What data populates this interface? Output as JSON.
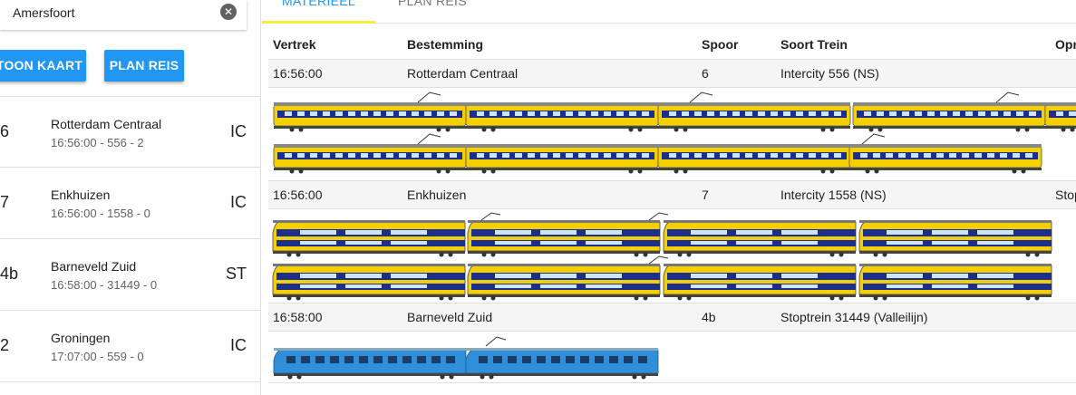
{
  "search": {
    "value": "Amersfoort",
    "clear_icon": "close-circle-icon"
  },
  "buttons": {
    "map": "TOON KAART",
    "plan": "PLAN REIS"
  },
  "departures": [
    {
      "track": "6",
      "destination": "Rotterdam Centraal",
      "detail": "16:56:00 - 556 - 2",
      "type": "IC"
    },
    {
      "track": "7",
      "destination": "Enkhuizen",
      "detail": "16:56:00 - 1558 - 0",
      "type": "IC"
    },
    {
      "track": "4b",
      "destination": "Barneveld Zuid",
      "detail": "16:58:00 - 31449 - 0",
      "type": "ST"
    },
    {
      "track": "2",
      "destination": "Groningen",
      "detail": "17:07:00 - 559 - 0",
      "type": "IC"
    }
  ],
  "tabs": {
    "materieel": "MATERIEEL",
    "plan_reis": "PLAN REIS"
  },
  "table": {
    "headers": {
      "vertrek": "Vertrek",
      "bestemming": "Bestemming",
      "spoor": "Spoor",
      "soort": "Soort Trein",
      "opmerking": "Opm"
    },
    "rows": [
      {
        "vertrek": "16:56:00",
        "bestemming": "Rotterdam Centraal",
        "spoor": "6",
        "soort": "Intercity 556 (NS)",
        "opmerking": ""
      },
      {
        "vertrek": "16:56:00",
        "bestemming": "Enkhuizen",
        "spoor": "7",
        "soort": "Intercity 1558 (NS)",
        "opmerking": "Stop"
      },
      {
        "vertrek": "16:58:00",
        "bestemming": "Barneveld Zuid",
        "spoor": "4b",
        "soort": "Stoptrein 31449 (Valleilijn)",
        "opmerking": ""
      }
    ]
  },
  "colors": {
    "accent": "#2196f3",
    "tab_indicator": "#ffeb3b",
    "ns_yellow": "#f5d000",
    "ns_blue": "#1c2f8c",
    "valleilijn_blue": "#2f8fd9"
  }
}
